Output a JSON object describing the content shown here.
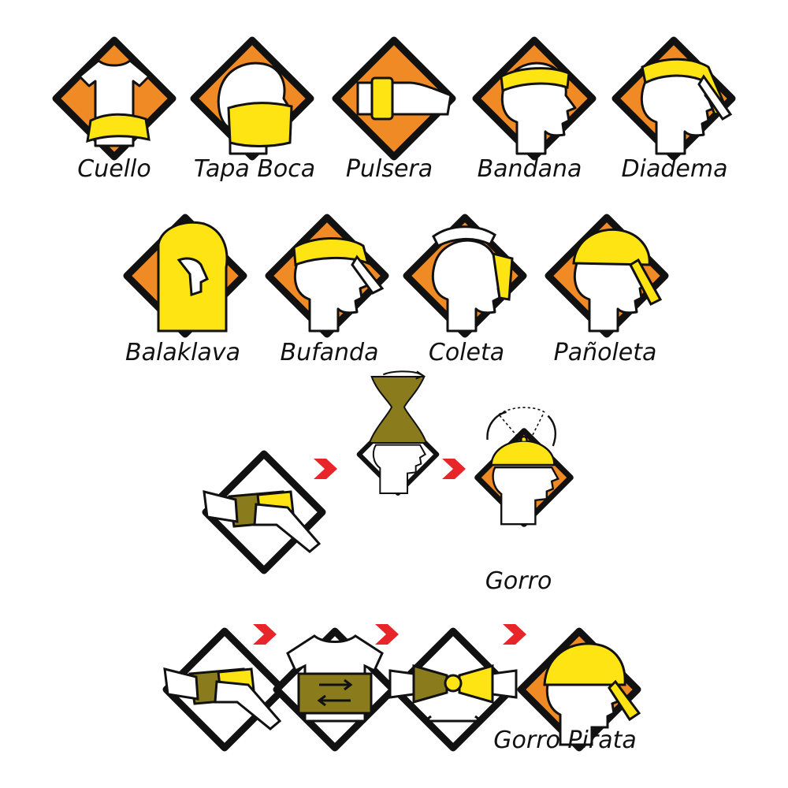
{
  "colors": {
    "orange": "#F08A24",
    "yellow": "#FFE414",
    "olive": "#8A7C1C",
    "outline": "#111111",
    "arrow_red": "#E8262A"
  },
  "row1": [
    {
      "label": "Cuello",
      "style": "cuello"
    },
    {
      "label": "Tapa Boca",
      "style": "tapaboca"
    },
    {
      "label": "Pulsera",
      "style": "pulsera"
    },
    {
      "label": "Bandana",
      "style": "bandana"
    },
    {
      "label": "Diadema",
      "style": "diadema"
    }
  ],
  "row2": [
    {
      "label": "Balaklava",
      "style": "balaklava"
    },
    {
      "label": "Bufanda",
      "style": "bufanda"
    },
    {
      "label": "Coleta",
      "style": "coleta"
    },
    {
      "label": "Pañoleta",
      "style": "panoleta"
    }
  ],
  "gorro": {
    "label": "Gorro",
    "steps": [
      "hands-fold",
      "twist",
      "hat"
    ]
  },
  "gorro_pirata": {
    "label": "Gorro Pirata",
    "steps": [
      "hands-fold",
      "shirt-fold",
      "knot",
      "pirate-head"
    ]
  }
}
